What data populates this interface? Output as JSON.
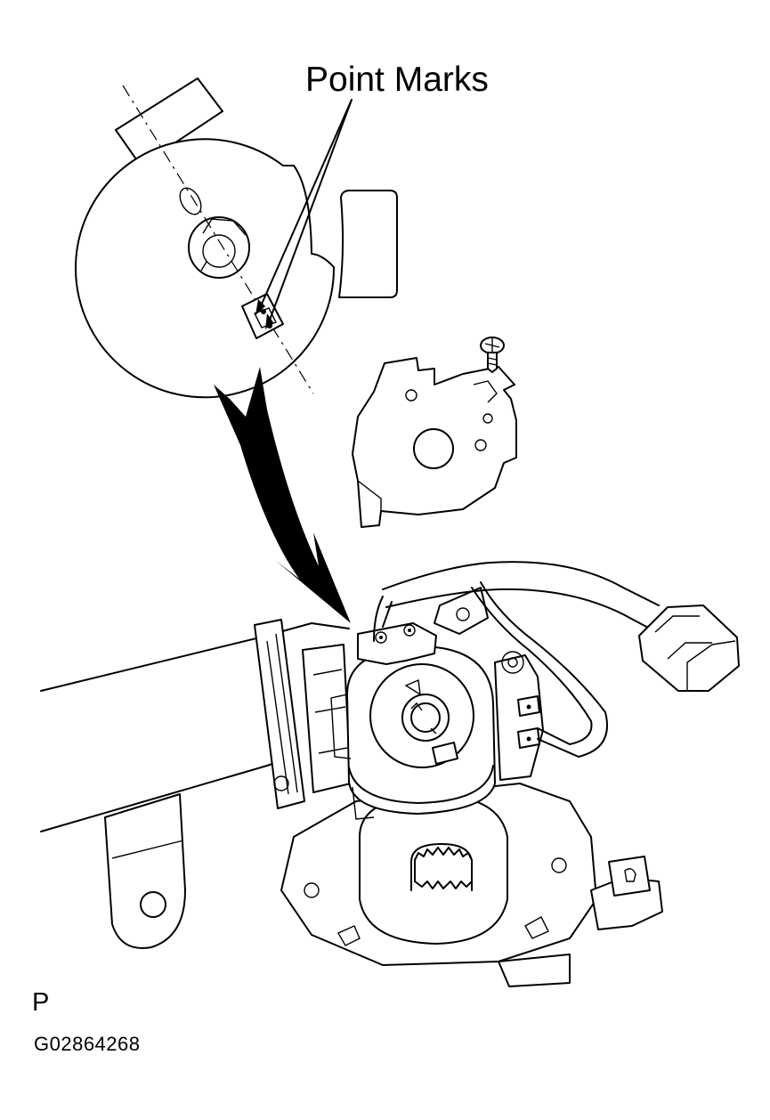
{
  "diagram": {
    "callout_label": "Point Marks",
    "view_letter": "P",
    "figure_code": "G02864268"
  },
  "colors": {
    "line": "#000000",
    "background": "#ffffff"
  },
  "components": [
    "detail-view-circle",
    "point-mark-notches",
    "cover-plate",
    "mounting-screw",
    "assembly-arrow",
    "steering-column-tube",
    "sensor-housing",
    "wire-harness-connector"
  ]
}
